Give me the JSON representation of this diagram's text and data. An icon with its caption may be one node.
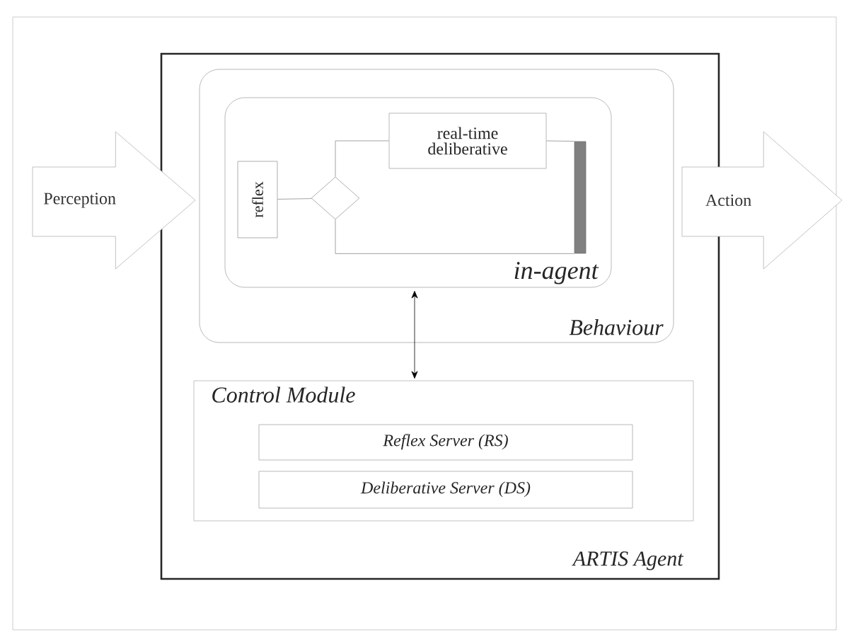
{
  "diagram": {
    "nodes": [
      {
        "text": [
          "ARTIS Agent"
        ]
      },
      {
        "text": [
          "Perception"
        ]
      },
      {
        "text": [
          "Action"
        ]
      },
      {
        "text": [
          "Behaviour"
        ],
        "in": 0
      },
      {
        "text": [
          "in-agent"
        ],
        "in": 3
      },
      {
        "text": [
          "reflex"
        ],
        "in": 4
      },
      {
        "text": [],
        "shape": "diamond",
        "in": 4
      },
      {
        "text": [
          "real-time deliberative"
        ],
        "in": 4
      },
      {
        "text": [],
        "shape": "bar",
        "in": 4
      },
      {
        "text": [
          "Control Module"
        ],
        "in": 0
      },
      {
        "text": [
          "Reflex Server (RS)"
        ],
        "in": 9
      },
      {
        "text": [
          "Deliberative Server (DS)"
        ],
        "in": 9
      }
    ],
    "edges": [
      {
        "from": 5,
        "to": 6,
        "arrow": "none"
      },
      {
        "from": 6,
        "to": 7,
        "arrow": "none"
      },
      {
        "from": 7,
        "to": 8,
        "arrow": "none"
      },
      {
        "from": 6,
        "to": 8,
        "arrow": "none"
      },
      {
        "from": 4,
        "to": 9,
        "arrow": "both",
        "color": "#000000"
      }
    ]
  }
}
